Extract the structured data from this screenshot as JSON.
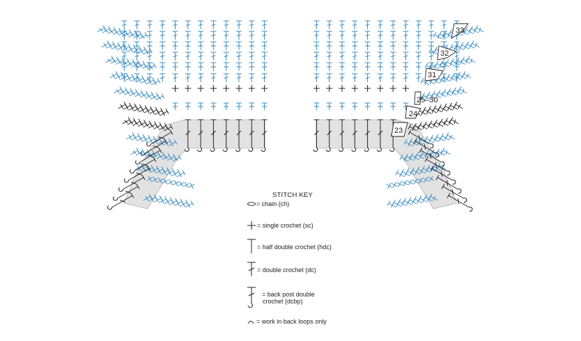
{
  "colors": {
    "blue": "#3a8cc2",
    "black": "#222222",
    "shade": "#e2e2e2",
    "shade_edge": "#b5b5b5"
  },
  "row_labels": [
    {
      "id": "r23",
      "text": "23"
    },
    {
      "id": "r24",
      "text": "24"
    },
    {
      "id": "r25_30",
      "text": "25–30"
    },
    {
      "id": "r31",
      "text": "31"
    },
    {
      "id": "r32",
      "text": "32"
    },
    {
      "id": "r33",
      "text": "33"
    }
  ],
  "stitch_key": {
    "title": "STITCH KEY",
    "items": [
      {
        "icon": "chain",
        "label": "= chain (ch)"
      },
      {
        "icon": "single-crochet",
        "label": "= single crochet (sc)"
      },
      {
        "icon": "half-double-crochet",
        "label": "= half double crochet (hdc)"
      },
      {
        "icon": "double-crochet",
        "label": "= double crochet (dc)"
      },
      {
        "icon": "back-post-double-crochet",
        "label": "= back post double",
        "label_line2": "crochet (dcbp)"
      },
      {
        "icon": "back-loop",
        "label": "= work in back loops only"
      }
    ]
  }
}
